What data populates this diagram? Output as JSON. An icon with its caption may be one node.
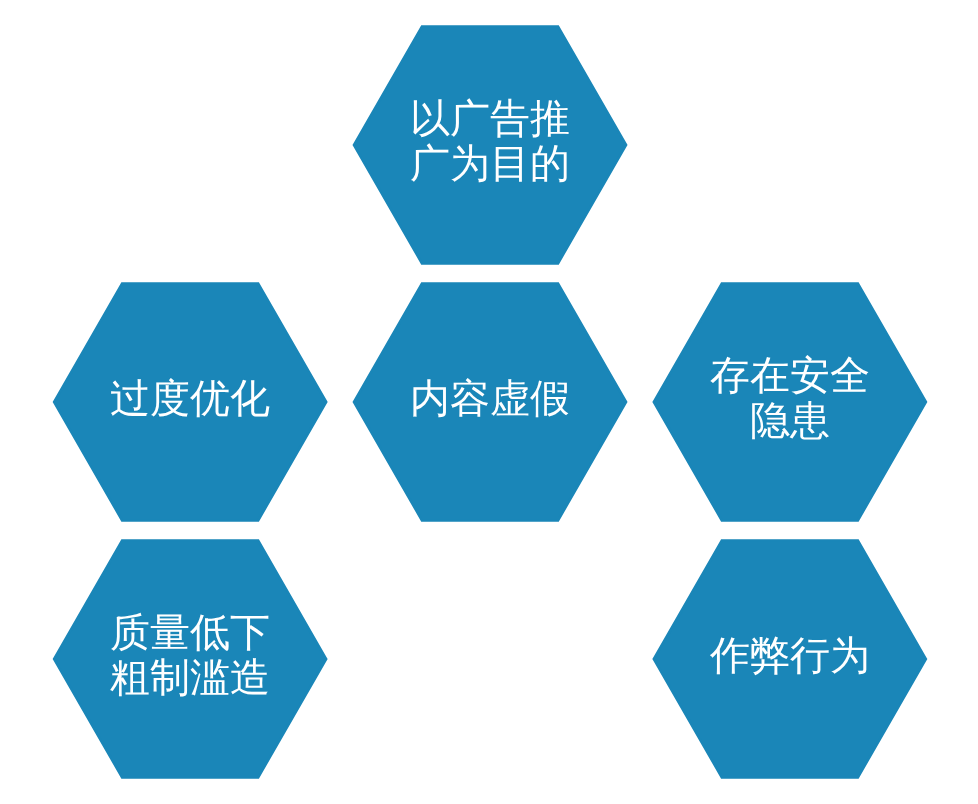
{
  "diagram": {
    "nodes": [
      {
        "text": [
          "以广告推广为目的"
        ]
      },
      {
        "text": [
          "过度优化"
        ]
      },
      {
        "text": [
          "存在安全隐患"
        ]
      },
      {
        "text": [
          "内容虚假"
        ]
      },
      {
        "text": [
          "质量低下粗制滥造"
        ]
      },
      {
        "text": [
          "作弊行为"
        ]
      }
    ]
  }
}
